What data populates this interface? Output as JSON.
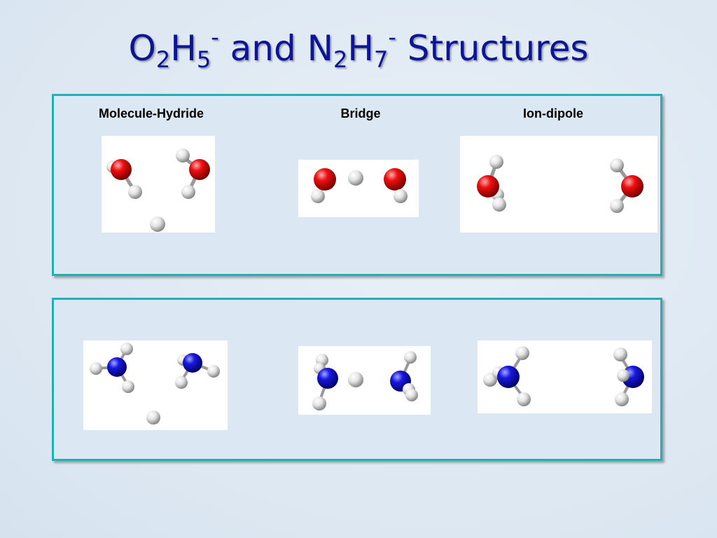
{
  "title": {
    "part1": "O",
    "sub1": "2",
    "part2": "H",
    "sub2": "5",
    "sup1": "-",
    "part3": " and N",
    "sub3": "2",
    "part4": "H",
    "sub4": "7",
    "sup2": "-",
    "part5": " Structures"
  },
  "columns": [
    "Molecule-Hydride",
    "Bridge",
    "Ion-dipole"
  ],
  "colors": {
    "oxygen": "#e00000",
    "nitrogen": "#1010d8",
    "hydrogen": "#e6e6e6",
    "panel_border": "#22b0b4",
    "title": "#0d1596"
  },
  "structures": [
    {
      "name": "o2h5-molecule-hydride",
      "element": "oxygen"
    },
    {
      "name": "o2h5-bridge",
      "element": "oxygen"
    },
    {
      "name": "o2h5-ion-dipole",
      "element": "oxygen"
    },
    {
      "name": "n2h7-molecule-hydride",
      "element": "nitrogen"
    },
    {
      "name": "n2h7-bridge",
      "element": "nitrogen"
    },
    {
      "name": "n2h7-ion-dipole",
      "element": "nitrogen"
    }
  ]
}
